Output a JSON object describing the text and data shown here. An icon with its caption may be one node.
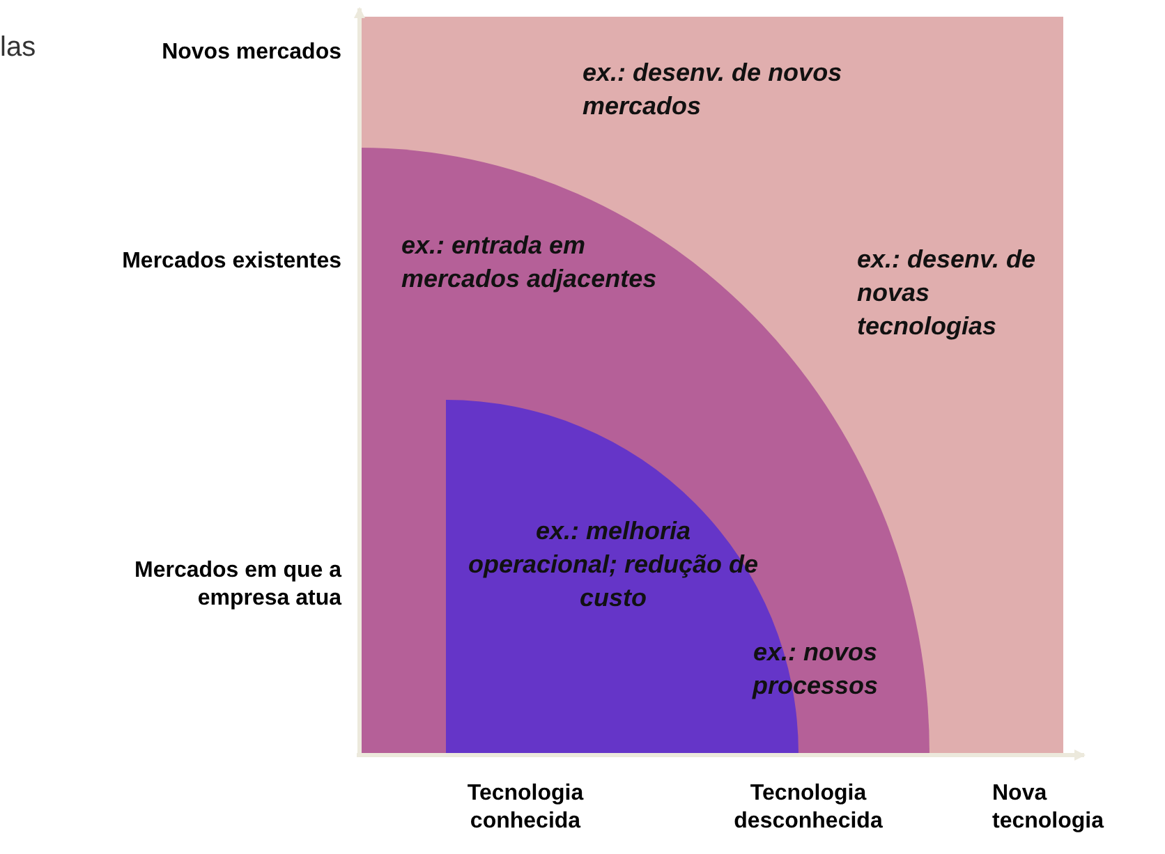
{
  "diagram": {
    "nodes": [
      {
        "text": [
          "ex.: desenv. de novos mercados",
          "ex.: desenv. de novas tecnologias"
        ]
      },
      {
        "text": [
          "ex.: entrada em mercados adjacentes",
          "ex.: novos processos"
        ],
        "in": 0
      },
      {
        "text": [
          "ex.: melhoria operacional; redução de custo"
        ],
        "in": 1
      }
    ],
    "labels": [
      "las",
      "Novos mercados",
      "Mercados existentes",
      "Mercados em que a empresa atua",
      "Tecnologia conhecida",
      "Tecnologia desconhecida",
      "Nova tecnologia"
    ]
  }
}
